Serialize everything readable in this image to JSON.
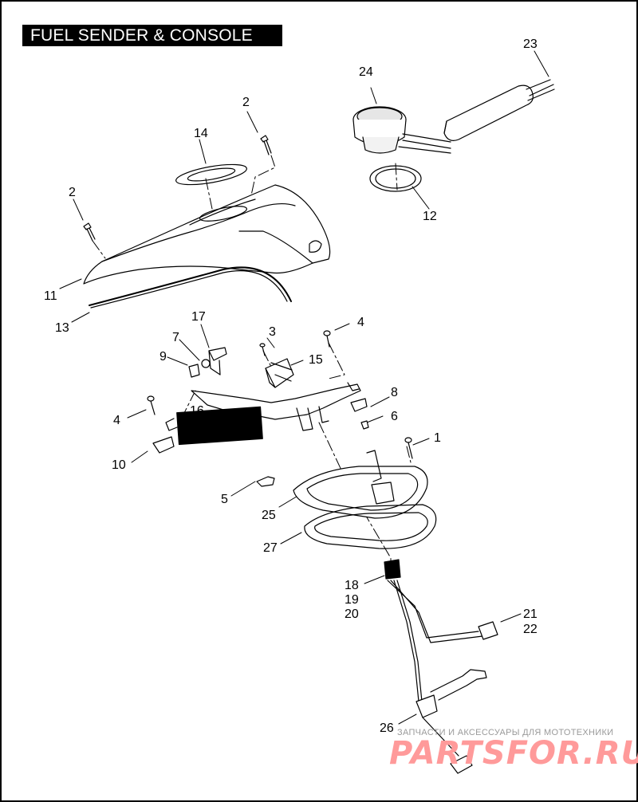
{
  "title": "FUEL SENDER & CONSOLE",
  "callouts": {
    "c23": "23",
    "c24": "24",
    "c2a": "2",
    "c14": "14",
    "c2b": "2",
    "c12": "12",
    "c11": "11",
    "c13": "13",
    "c17": "17",
    "c3": "3",
    "c4a": "4",
    "c7": "7",
    "c9": "9",
    "c15": "15",
    "c8": "8",
    "c16": "16",
    "c4b": "4",
    "c6": "6",
    "c1": "1",
    "c10": "10",
    "c5": "5",
    "c25": "25",
    "c27": "27",
    "c18": "18",
    "c19": "19",
    "c20": "20",
    "c21": "21",
    "c22": "22",
    "c26": "26"
  },
  "watermark": {
    "caption": "ЗАПЧАСТИ И АКСЕССУАРЫ ДЛЯ МОТОТЕХНИКИ",
    "brand": "PARTSFOR.RU"
  }
}
